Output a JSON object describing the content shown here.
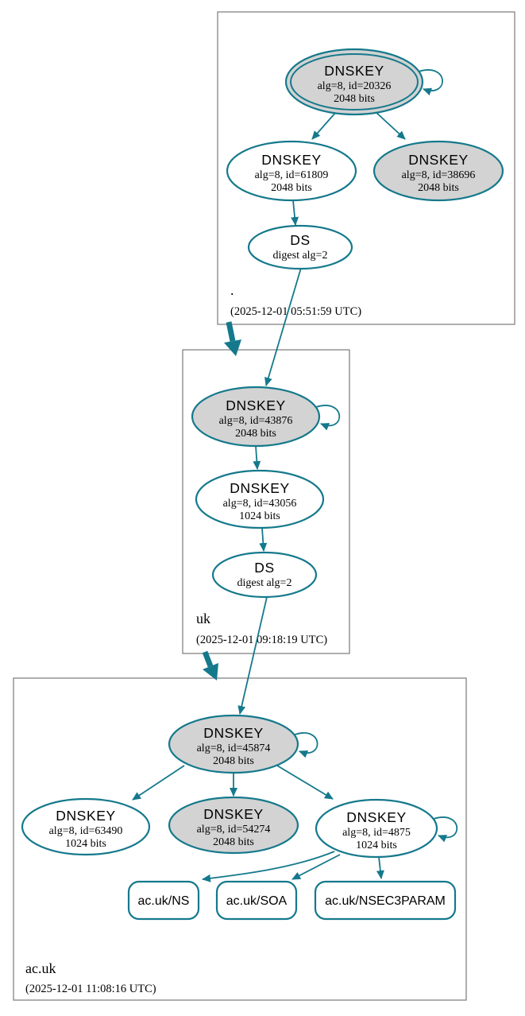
{
  "diagram": {
    "kind": "dnssec-authentication-chain",
    "colors": {
      "edge": "#15798c",
      "ksk_fill": "#d3d3d3",
      "node_fill": "#ffffff",
      "zone_box_border": "#7a7a7a",
      "text": "#000000"
    }
  },
  "zones": [
    {
      "name": ".",
      "timestamp": "(2025-12-01 05:51:59 UTC)",
      "nodes": [
        {
          "type": "DNSKEY",
          "detail1": "alg=8, id=20326",
          "detail2": "2048 bits"
        },
        {
          "type": "DNSKEY",
          "detail1": "alg=8, id=61809",
          "detail2": "2048 bits"
        },
        {
          "type": "DNSKEY",
          "detail1": "alg=8, id=38696",
          "detail2": "2048 bits"
        },
        {
          "type": "DS",
          "detail1": "digest alg=2"
        }
      ]
    },
    {
      "name": "uk",
      "timestamp": "(2025-12-01 09:18:19 UTC)",
      "nodes": [
        {
          "type": "DNSKEY",
          "detail1": "alg=8, id=43876",
          "detail2": "2048 bits"
        },
        {
          "type": "DNSKEY",
          "detail1": "alg=8, id=43056",
          "detail2": "1024 bits"
        },
        {
          "type": "DS",
          "detail1": "digest alg=2"
        }
      ]
    },
    {
      "name": "ac.uk",
      "timestamp": "(2025-12-01 11:08:16 UTC)",
      "nodes": [
        {
          "type": "DNSKEY",
          "detail1": "alg=8, id=45874",
          "detail2": "2048 bits"
        },
        {
          "type": "DNSKEY",
          "detail1": "alg=8, id=63490",
          "detail2": "1024 bits"
        },
        {
          "type": "DNSKEY",
          "detail1": "alg=8, id=54274",
          "detail2": "2048 bits"
        },
        {
          "type": "DNSKEY",
          "detail1": "alg=8, id=4875",
          "detail2": "1024 bits"
        }
      ],
      "rrsets": [
        {
          "label": "ac.uk/NS"
        },
        {
          "label": "ac.uk/SOA"
        },
        {
          "label": "ac.uk/NSEC3PARAM"
        }
      ]
    }
  ]
}
